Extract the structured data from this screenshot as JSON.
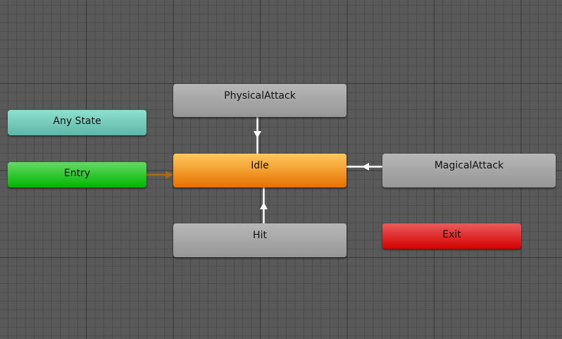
{
  "graph": {
    "colors": {
      "background": "#595959",
      "transition": "#ffffff",
      "entry_transition": "#a86a10",
      "state_default": "#ffa500",
      "state_normal": "#a8a8a8",
      "any_state": "#76ccbc",
      "entry": "#20c820",
      "exit": "#e02020"
    },
    "nodes": {
      "any_state": {
        "label": "Any State"
      },
      "entry": {
        "label": "Entry"
      },
      "physical_attack": {
        "label": "PhysicalAttack"
      },
      "idle": {
        "label": "Idle"
      },
      "magical_attack": {
        "label": "MagicalAttack"
      },
      "hit": {
        "label": "Hit"
      },
      "exit": {
        "label": "Exit"
      }
    },
    "transitions": [
      {
        "from": "Entry",
        "to": "Idle",
        "kind": "default-entry"
      },
      {
        "from": "PhysicalAttack",
        "to": "Idle"
      },
      {
        "from": "MagicalAttack",
        "to": "Idle"
      },
      {
        "from": "Hit",
        "to": "Idle"
      }
    ]
  }
}
